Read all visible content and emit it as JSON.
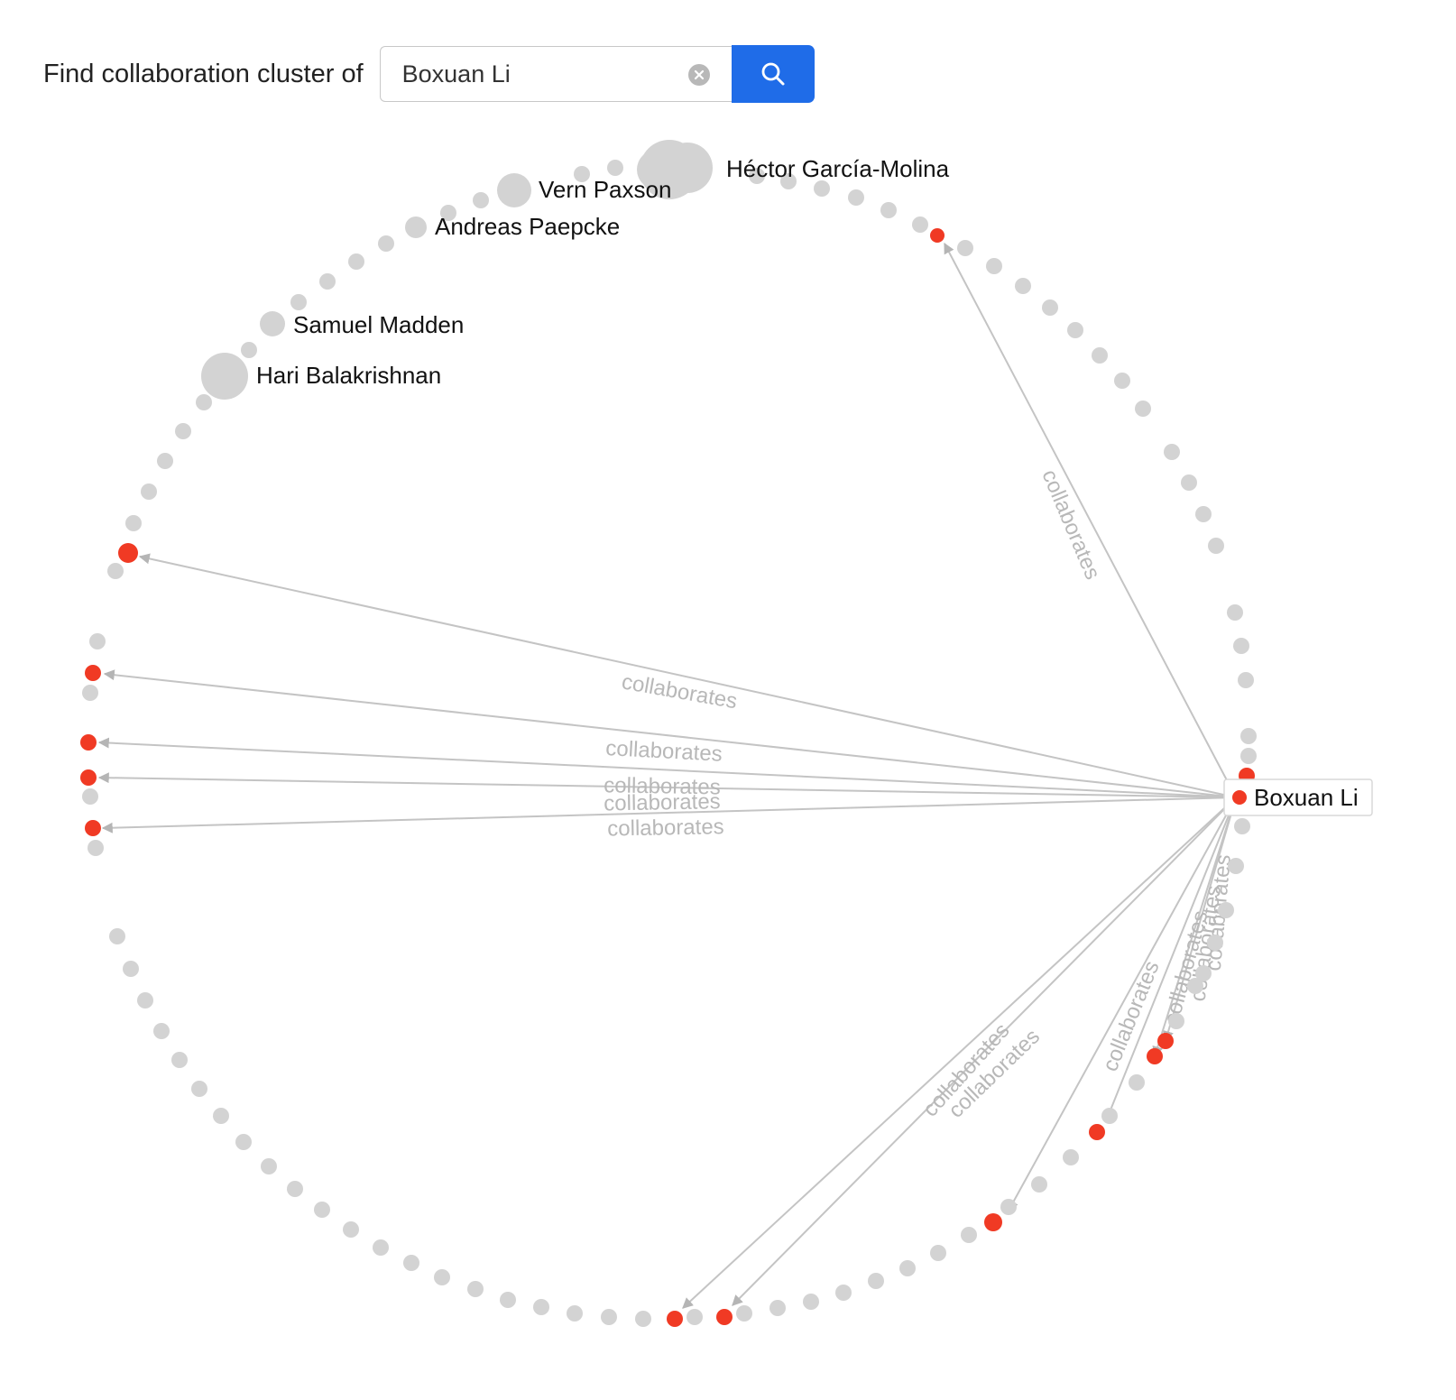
{
  "search": {
    "prompt": "Find collaboration cluster of",
    "value": "Boxuan Li",
    "clear_icon": "close-icon",
    "button_icon": "search-icon",
    "accent_color": "#1f6ce8"
  },
  "graph": {
    "colors": {
      "node_default": "#d3d3d3",
      "node_highlight": "#f03a24",
      "edge": "#c4c4c4",
      "edge_label": "#b8b8b8"
    },
    "edge_label": "collaborates",
    "focus": {
      "name": "Boxuan Li"
    },
    "labeled_nodes": [
      {
        "name": "Héctor García-Molina"
      },
      {
        "name": "Vern Paxson"
      },
      {
        "name": "Andreas Paepcke"
      },
      {
        "name": "Samuel Madden"
      },
      {
        "name": "Hari Balakrishnan"
      }
    ]
  }
}
